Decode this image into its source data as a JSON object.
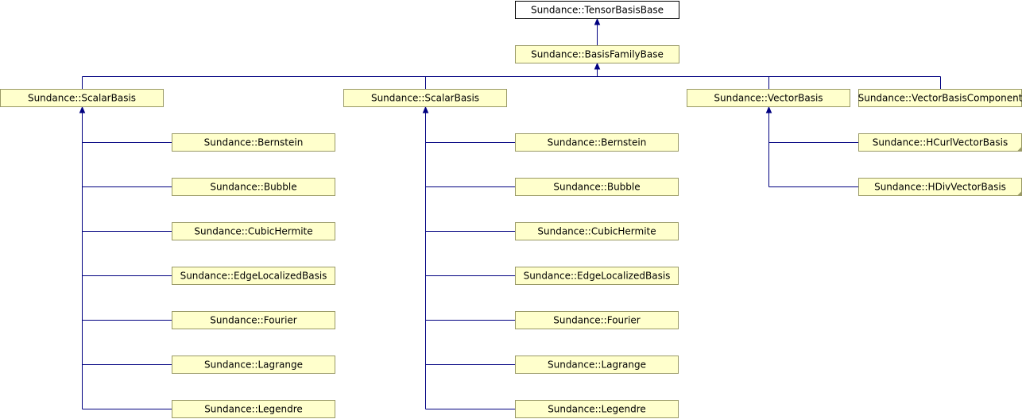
{
  "diagram": {
    "colors": {
      "background": "#ffffff",
      "root_fill": "#ffffff",
      "node_fill": "#ffffcc",
      "node_border": "#999966",
      "root_border": "#000000",
      "edge": "#000080",
      "fold_corner": "#999966"
    },
    "nodes": [
      {
        "id": "tensor_basis_base",
        "label": "Sundance::TensorBasisBase",
        "style": "root"
      },
      {
        "id": "basis_family_base",
        "label": "Sundance::BasisFamilyBase"
      },
      {
        "id": "scalar_basis_1",
        "label": "Sundance::ScalarBasis"
      },
      {
        "id": "scalar_basis_2",
        "label": "Sundance::ScalarBasis"
      },
      {
        "id": "vector_basis",
        "label": "Sundance::VectorBasis"
      },
      {
        "id": "vector_basis_component",
        "label": "Sundance::VectorBasisComponent"
      },
      {
        "id": "bernstein_1",
        "label": "Sundance::Bernstein"
      },
      {
        "id": "bubble_1",
        "label": "Sundance::Bubble"
      },
      {
        "id": "cubic_hermite_1",
        "label": "Sundance::CubicHermite"
      },
      {
        "id": "edge_localized_basis_1",
        "label": "Sundance::EdgeLocalizedBasis"
      },
      {
        "id": "fourier_1",
        "label": "Sundance::Fourier"
      },
      {
        "id": "lagrange_1",
        "label": "Sundance::Lagrange"
      },
      {
        "id": "legendre_1",
        "label": "Sundance::Legendre"
      },
      {
        "id": "bernstein_2",
        "label": "Sundance::Bernstein"
      },
      {
        "id": "bubble_2",
        "label": "Sundance::Bubble"
      },
      {
        "id": "cubic_hermite_2",
        "label": "Sundance::CubicHermite"
      },
      {
        "id": "edge_localized_basis_2",
        "label": "Sundance::EdgeLocalizedBasis"
      },
      {
        "id": "fourier_2",
        "label": "Sundance::Fourier"
      },
      {
        "id": "lagrange_2",
        "label": "Sundance::Lagrange"
      },
      {
        "id": "legendre_2",
        "label": "Sundance::Legendre"
      },
      {
        "id": "hcurl_vector_basis",
        "label": "Sundance::HCurlVectorBasis",
        "folded": true
      },
      {
        "id": "hdiv_vector_basis",
        "label": "Sundance::HDivVectorBasis",
        "folded": true
      }
    ],
    "inheritance": [
      {
        "child": "basis_family_base",
        "parent": "tensor_basis_base"
      },
      {
        "child": "scalar_basis_1",
        "parent": "basis_family_base"
      },
      {
        "child": "scalar_basis_2",
        "parent": "basis_family_base"
      },
      {
        "child": "vector_basis",
        "parent": "basis_family_base"
      },
      {
        "child": "vector_basis_component",
        "parent": "basis_family_base"
      },
      {
        "child": "bernstein_1",
        "parent": "scalar_basis_1"
      },
      {
        "child": "bubble_1",
        "parent": "scalar_basis_1"
      },
      {
        "child": "cubic_hermite_1",
        "parent": "scalar_basis_1"
      },
      {
        "child": "edge_localized_basis_1",
        "parent": "scalar_basis_1"
      },
      {
        "child": "fourier_1",
        "parent": "scalar_basis_1"
      },
      {
        "child": "lagrange_1",
        "parent": "scalar_basis_1"
      },
      {
        "child": "legendre_1",
        "parent": "scalar_basis_1"
      },
      {
        "child": "bernstein_2",
        "parent": "scalar_basis_2"
      },
      {
        "child": "bubble_2",
        "parent": "scalar_basis_2"
      },
      {
        "child": "cubic_hermite_2",
        "parent": "scalar_basis_2"
      },
      {
        "child": "edge_localized_basis_2",
        "parent": "scalar_basis_2"
      },
      {
        "child": "fourier_2",
        "parent": "scalar_basis_2"
      },
      {
        "child": "lagrange_2",
        "parent": "scalar_basis_2"
      },
      {
        "child": "legendre_2",
        "parent": "scalar_basis_2"
      },
      {
        "child": "hcurl_vector_basis",
        "parent": "vector_basis"
      },
      {
        "child": "hdiv_vector_basis",
        "parent": "vector_basis"
      }
    ]
  }
}
